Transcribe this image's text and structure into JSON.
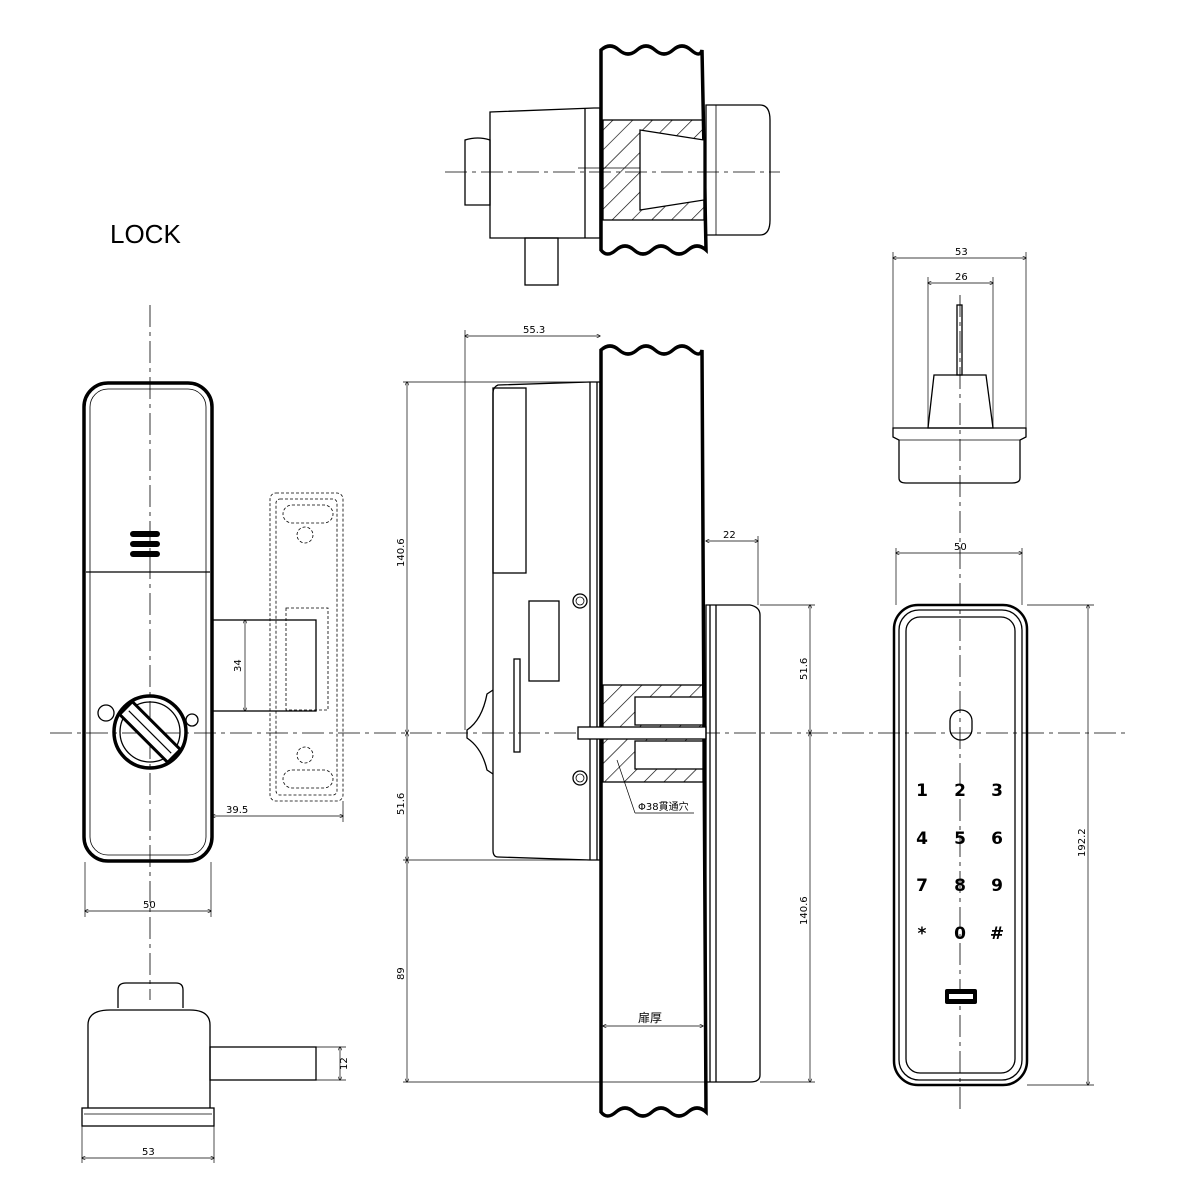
{
  "title": "LOCK",
  "front_view": {
    "dim_latch_height": "34",
    "dim_backset": "39.5",
    "dim_width": "50"
  },
  "bottom_view": {
    "dim_lever": "12",
    "dim_width": "53"
  },
  "side_view": {
    "dim_depth_inside": "55.3",
    "dim_upper_inside": "140.6",
    "dim_lower_inside": "51.6",
    "dim_floor": "89",
    "dim_depth_outside": "22",
    "dim_upper_outside": "51.6",
    "dim_lower_outside": "140.6",
    "door_thickness_label": "扉厚",
    "hole_label": "Φ38貫通穴"
  },
  "outside_top_view": {
    "dim_width": "53",
    "dim_cylinder": "26"
  },
  "keypad": {
    "dim_width": "50",
    "dim_height": "192.2",
    "keys": [
      "1",
      "2",
      "3",
      "4",
      "5",
      "6",
      "7",
      "8",
      "9",
      "*",
      "0",
      "#"
    ]
  }
}
